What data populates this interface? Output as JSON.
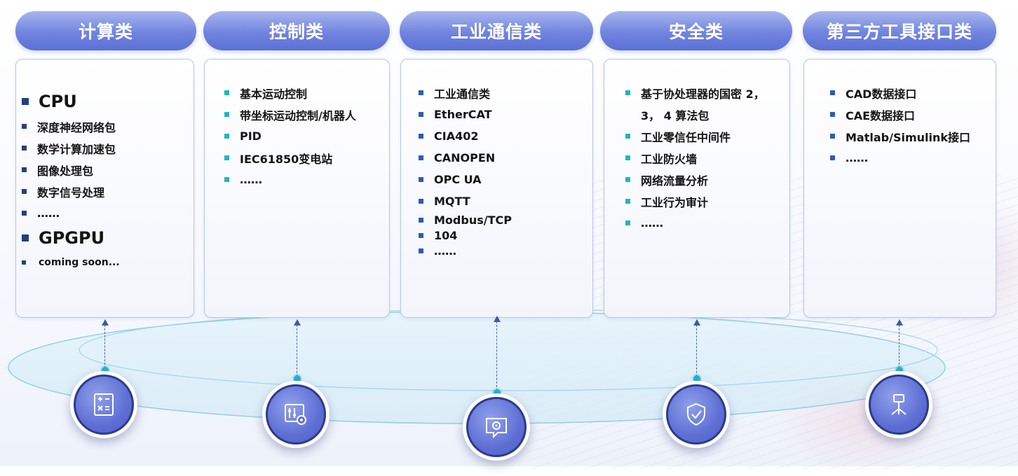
{
  "categories": [
    {
      "title": "计算类",
      "items": [
        {
          "text": "CPU",
          "style": "big"
        },
        {
          "text": "深度神经网络包"
        },
        {
          "text": "数学计算加速包"
        },
        {
          "text": "图像处理包"
        },
        {
          "text": "数字信号处理"
        },
        {
          "text": "……"
        },
        {
          "text": "GPGPU",
          "style": "big"
        },
        {
          "text": "coming soon...",
          "style": "small"
        }
      ],
      "icon": "calculator-icon",
      "bullet_color": "#25407a"
    },
    {
      "title": "控制类",
      "items": [
        {
          "text": "基本运动控制"
        },
        {
          "text": "带坐标运动控制/机器人"
        },
        {
          "text": "PID"
        },
        {
          "text": "IEC61850变电站"
        },
        {
          "text": "……"
        }
      ],
      "icon": "control-panel-gear-icon",
      "bullet_color": "#1fb5c8"
    },
    {
      "title": "工业通信类",
      "items": [
        {
          "text": "工业通信类"
        },
        {
          "text": "EtherCAT"
        },
        {
          "text": "CIA402"
        },
        {
          "text": "CANOPEN"
        },
        {
          "text": "OPC UA"
        },
        {
          "text": "MQTT"
        },
        {
          "text": "Modbus/TCP"
        },
        {
          "text": "104"
        },
        {
          "text": "……"
        }
      ],
      "icon": "communication-gear-icon",
      "bullet_color": "#2e5bb5"
    },
    {
      "title": "安全类",
      "items": [
        {
          "text": "基于协处理器的国密 2，"
        },
        {
          "text": "3， 4 算法包",
          "style": "cont"
        },
        {
          "text": "工业零信任中间件"
        },
        {
          "text": "工业防火墙"
        },
        {
          "text": "网络流量分析"
        },
        {
          "text": "工业行为审计"
        },
        {
          "text": "……"
        }
      ],
      "icon": "shield-check-icon",
      "bullet_color": "#1fb5c8"
    },
    {
      "title": "第三方工具接口类",
      "items": [
        {
          "text": "CAD数据接口"
        },
        {
          "text": "CAE数据接口"
        },
        {
          "text": "Matlab/Simulink接口"
        },
        {
          "text": "……"
        }
      ],
      "icon": "network-node-icon",
      "bullet_color": "#2e5bb5"
    }
  ],
  "colors": {
    "header_gradient_top": "#a8b6ee",
    "header_gradient_bottom": "#5b70d6",
    "node_fill": "#5e6fd4",
    "connector_dot": "#1fb5c8",
    "card_border": "#b7c4ea"
  }
}
